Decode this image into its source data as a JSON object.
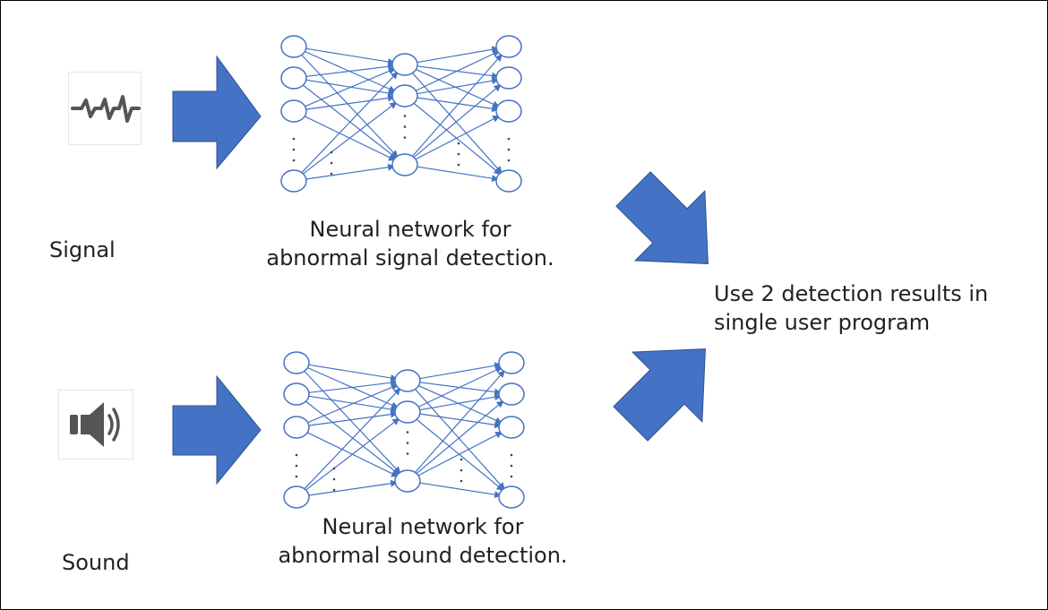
{
  "inputs": {
    "signal_label": "Signal",
    "sound_label": "Sound",
    "signal_icon": "waveform-icon",
    "sound_icon": "speaker-icon"
  },
  "networks": {
    "signal_caption_line1": "Neural network for",
    "signal_caption_line2": "abnormal signal detection.",
    "sound_caption_line1": "Neural network for",
    "sound_caption_line2": "abnormal sound detection."
  },
  "output": {
    "line1": "Use 2 detection results in",
    "line2": "single user program"
  },
  "colors": {
    "arrow_fill": "#4472c4",
    "arrow_stroke": "#2f528f",
    "node_stroke": "#4472c4",
    "edge": "#4472c4",
    "icon": "#555555"
  }
}
